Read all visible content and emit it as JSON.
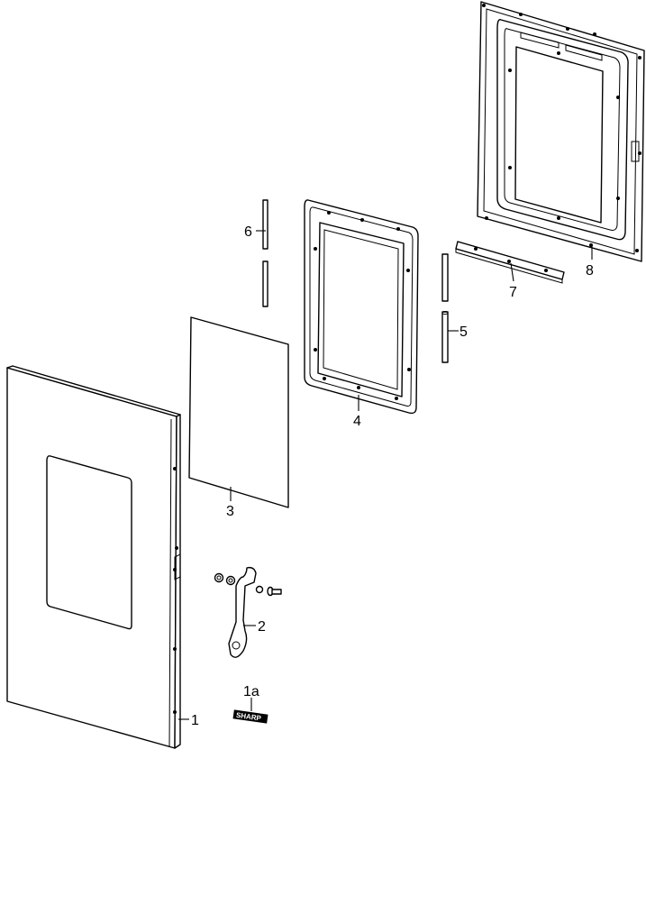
{
  "diagram": {
    "callouts": {
      "p1": "1",
      "p1a": "1a",
      "p2": "2",
      "p3": "3",
      "p4": "4",
      "p5": "5",
      "p6": "6",
      "p7": "7",
      "p8": "8"
    },
    "line_color": "#000000",
    "background_color": "#ffffff"
  }
}
